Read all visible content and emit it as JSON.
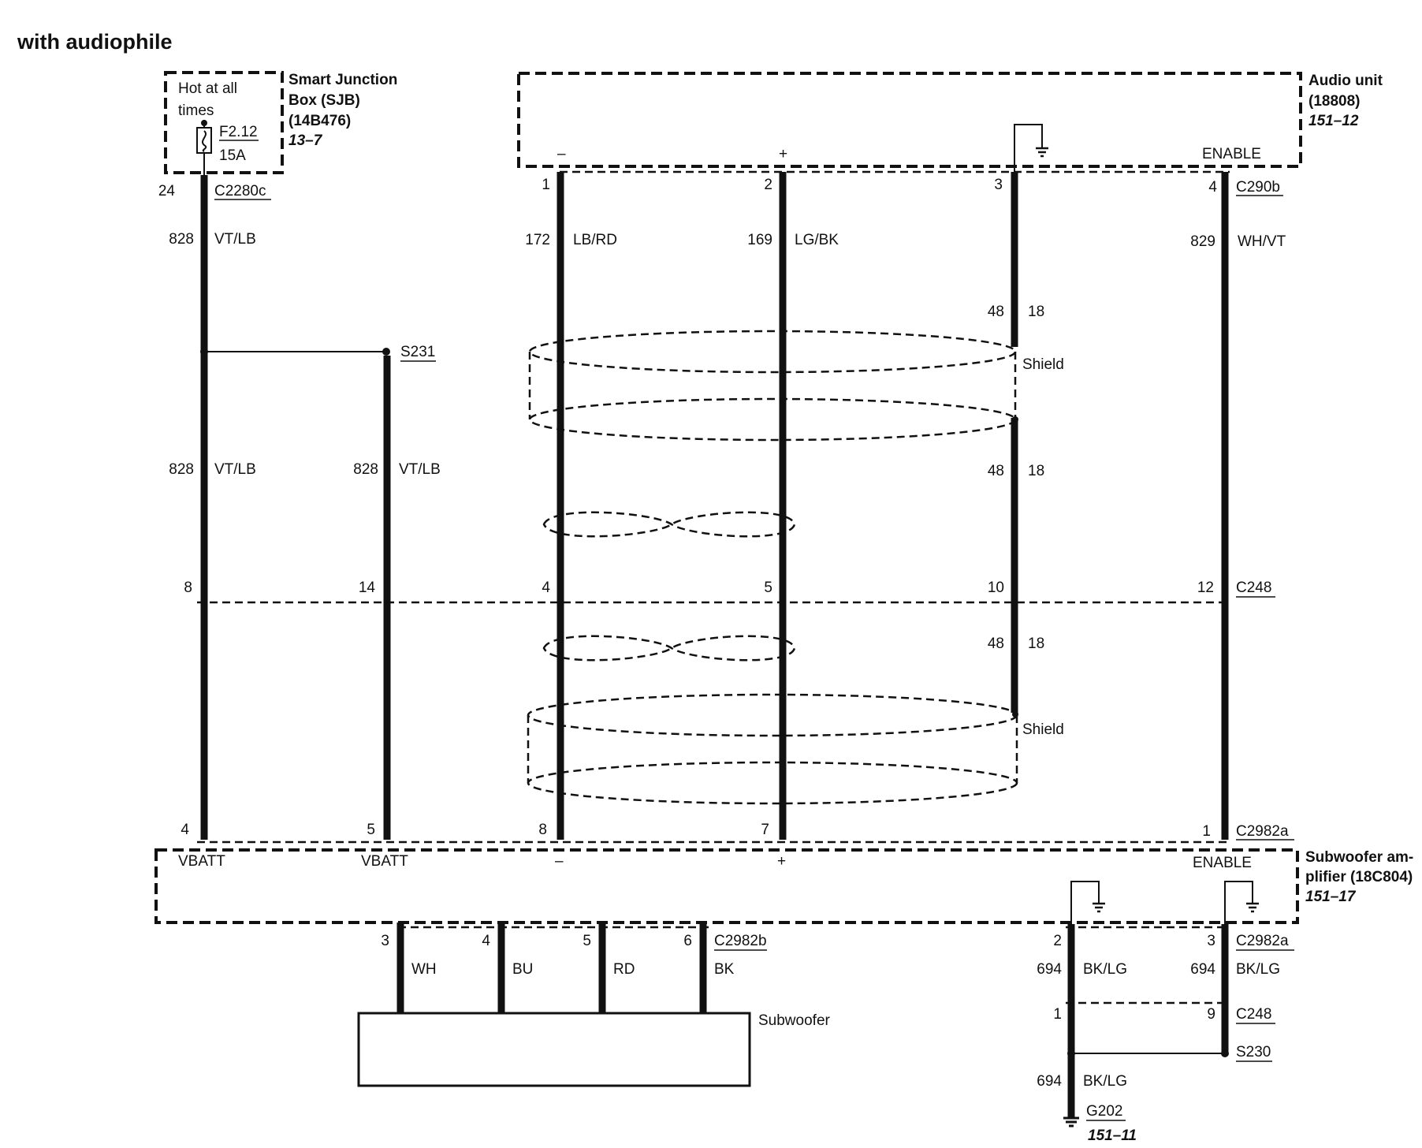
{
  "title": "with audiophile",
  "sjb": {
    "hot_label": [
      "Hot at all",
      "times"
    ],
    "fuse_id": "F2.12",
    "fuse_rating": "15A",
    "name": [
      "Smart Junction",
      "Box (SJB)",
      "(14B476)"
    ],
    "page_ref": "13–7",
    "pin": "24",
    "connector": "C2280c"
  },
  "audio_unit": {
    "name": [
      "Audio unit",
      "(18808)"
    ],
    "page_ref": "151–12",
    "minus": "–",
    "plus": "+",
    "enable": "ENABLE",
    "pins": [
      "1",
      "2",
      "3",
      "4"
    ],
    "connector": "C290b"
  },
  "wires_top": [
    {
      "circuit": "828",
      "color": "VT/LB"
    },
    {
      "circuit": "172",
      "color": "LB/RD"
    },
    {
      "circuit": "169",
      "color": "LG/BK"
    },
    {
      "circuit": "829",
      "color": "WH/VT"
    }
  ],
  "shield_wire": {
    "circuit": "48",
    "gauge": "18",
    "shield_label": "Shield"
  },
  "splice_s231": "S231",
  "wires_mid": [
    {
      "circuit": "828",
      "color": "VT/LB"
    },
    {
      "circuit": "828",
      "color": "VT/LB"
    }
  ],
  "c248": {
    "pins": [
      "8",
      "14",
      "4",
      "5",
      "10",
      "12"
    ],
    "connector": "C248"
  },
  "amp": {
    "name": [
      "Subwoofer am-",
      "plifier (18C804)"
    ],
    "page_ref": "151–17",
    "pins_top": [
      "4",
      "5",
      "8",
      "7",
      "1"
    ],
    "connector_top": "C2982a",
    "labels": [
      "VBATT",
      "VBATT",
      "–",
      "+",
      "ENABLE"
    ]
  },
  "subwoofer": {
    "name": "Subwoofer",
    "connector": "C2982b",
    "pins": [
      "3",
      "4",
      "5",
      "6"
    ],
    "colors": [
      "WH",
      "BU",
      "RD",
      "BK"
    ]
  },
  "ground": {
    "pins_top": [
      "2",
      "3"
    ],
    "connector_top": "C2982a",
    "circuit": "694",
    "color": "BK/LG",
    "c248_pins": [
      "1",
      "9"
    ],
    "c248": "C248",
    "splice": "S230",
    "ground_id": "G202",
    "page_ref": "151–11"
  }
}
